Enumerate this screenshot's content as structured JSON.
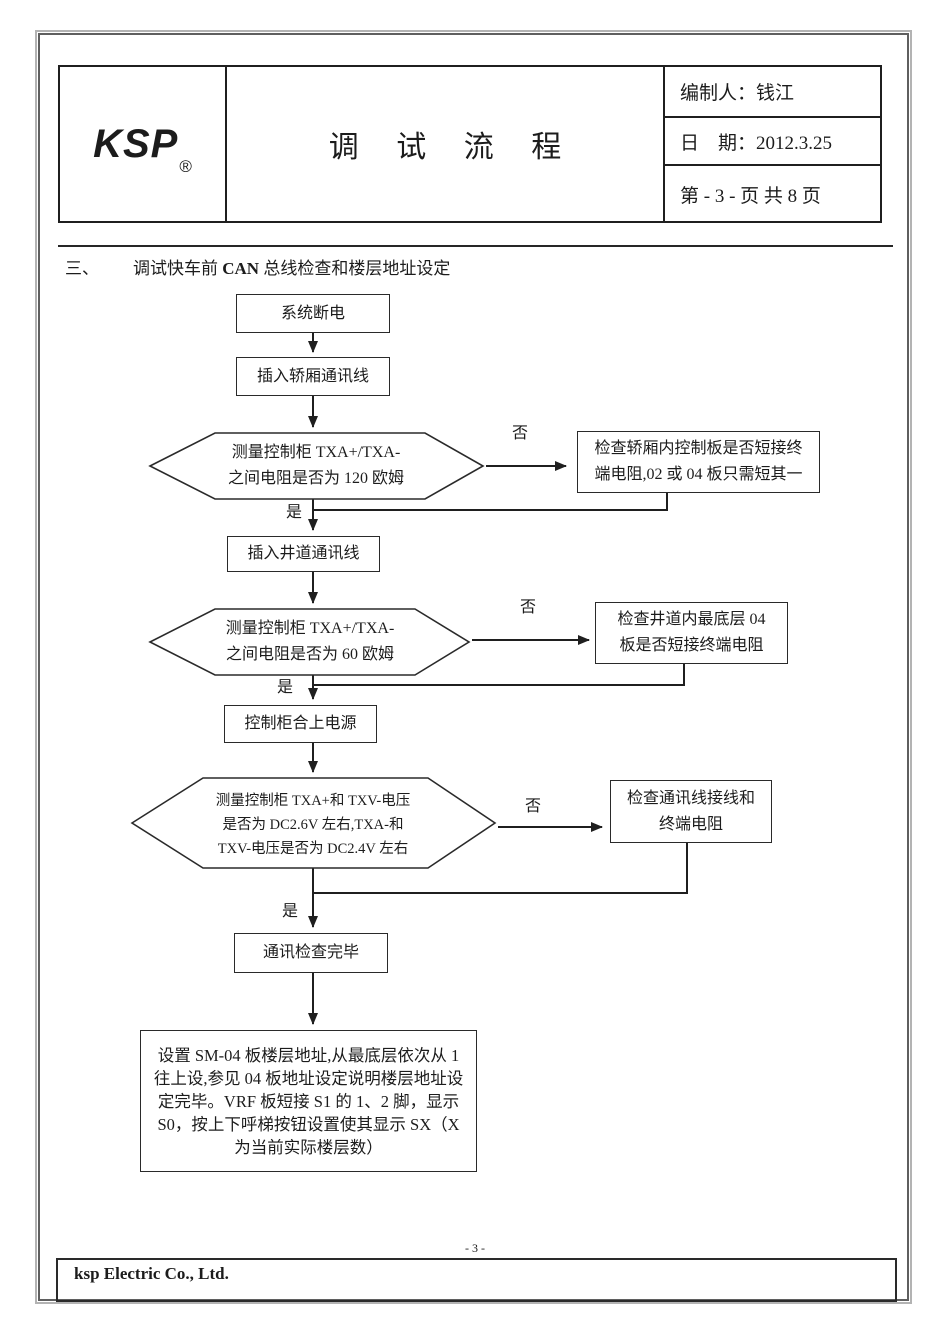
{
  "header": {
    "logo_text": "KSP",
    "logo_registered": "®",
    "doc_title": "调 试 流 程",
    "author": "编制人：钱江",
    "date": "日　期：2012.3.25",
    "page_info": "第 - 3 - 页 共 8 页"
  },
  "section": {
    "number": "三、",
    "title_pre": "调试快车前 ",
    "title_emph": "CAN",
    "title_post": " 总线检查和楼层地址设定"
  },
  "flowchart": {
    "yes": "是",
    "no": "否",
    "step_system_power_off": "系统断电",
    "step_insert_car_line": "插入轿厢通讯线",
    "decision_120": [
      "测量控制柜 TXA+/TXA-",
      "之间电阻是否为 120 欧姆"
    ],
    "remedy_car_board": [
      "检查轿厢内控制板是否短接终",
      "端电阻,02 或 04 板只需短其一"
    ],
    "step_insert_shaft_line": "插入井道通讯线",
    "decision_60": [
      "测量控制柜 TXA+/TXA-",
      "之间电阻是否为 60 欧姆"
    ],
    "remedy_shaft_board": [
      "检查井道内最底层 04",
      "板是否短接终端电阻"
    ],
    "step_power_on": "控制柜合上电源",
    "decision_voltage": [
      "测量控制柜 TXA+和 TXV-电压",
      "是否为 DC2.6V 左右,TXA-和",
      "TXV-电压是否为 DC2.4V 左右"
    ],
    "remedy_wiring": [
      "检查通讯线接线和",
      "终端电阻"
    ],
    "step_comm_done": "通讯检查完毕",
    "final_note": [
      "设置 SM-04 板楼层地址,从最底层依次从 1",
      "往上设,参见 04 板地址设定说明楼层地址设",
      "定完毕。VRF 板短接 S1 的 1、2 脚，显示",
      "S0，按上下呼梯按钮设置使其显示 SX（X",
      "为当前实际楼层数）"
    ]
  },
  "footer": {
    "page_number": "- 3 -",
    "company": "ksp Electric Co., Ltd."
  }
}
